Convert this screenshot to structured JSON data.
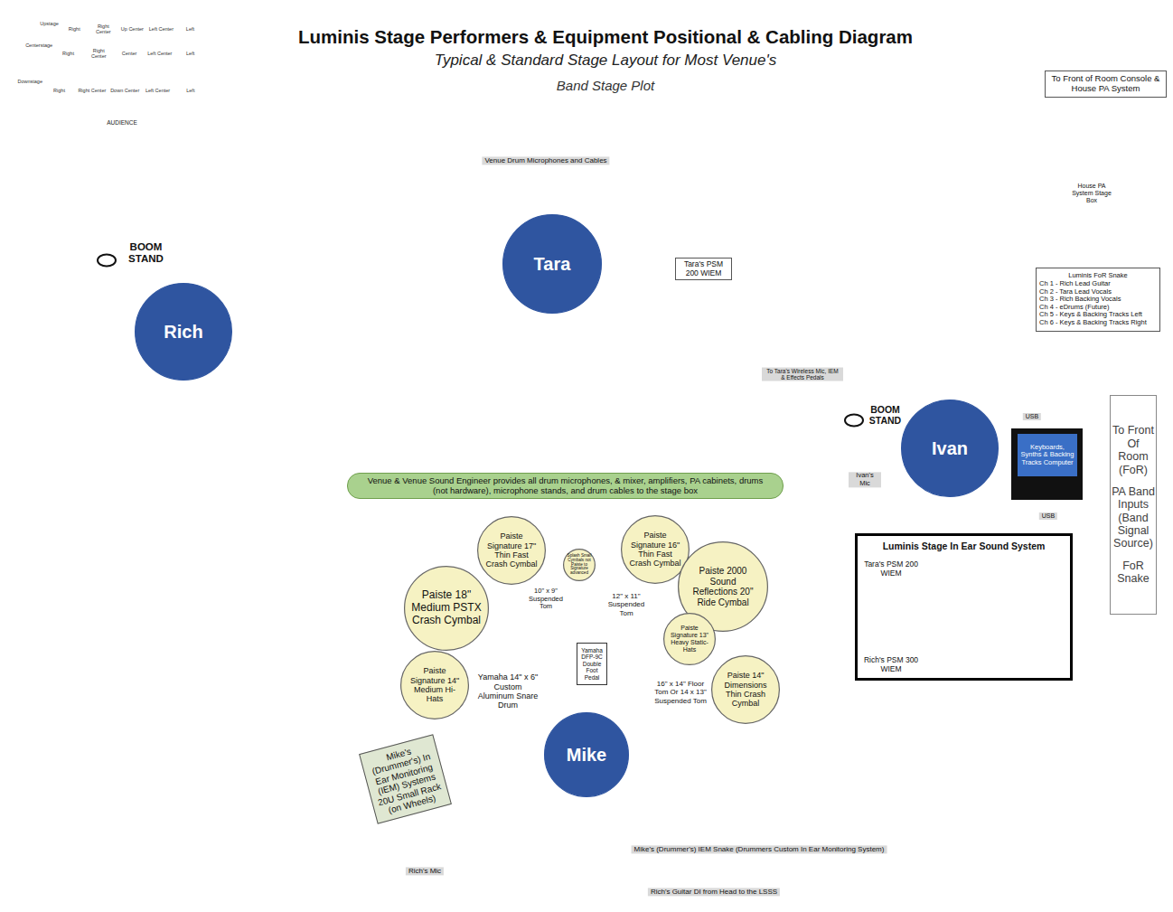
{
  "diagram": {
    "title": "Luminis Stage Performers & Equipment Positional & Cabling Diagram",
    "nodes": [
      {
        "text": [
          "To Front of Room Console & House PA System"
        ]
      },
      {
        "text": [
          "House PA System Stage Box"
        ]
      },
      {
        "text": [
          "Tara"
        ]
      },
      {
        "text": [
          "Tara's PSM 200 WIEM"
        ]
      },
      {
        "text": [
          "BOOM STAND"
        ]
      },
      {
        "text": [
          "Rich"
        ]
      },
      {
        "text": [
          "Luminis FoR Snake",
          "Ch 1 - Rich Lead Guitar",
          "Ch 2 - Tara Lead Vocals",
          "Ch 3 - Rich Backing Vocals",
          "Ch 4 - eDrums (Future)",
          "Ch 5 - Keys & Backing Tracks Left",
          "Ch 6 - Keys & Backing Tracks Right"
        ]
      },
      {
        "text": [
          "BOOM STAND"
        ]
      },
      {
        "text": [
          "Ivan"
        ]
      },
      {
        "text": [
          "Keyboards, Synths & Backing Tracks Computer"
        ]
      },
      {
        "text": [
          "To Front Of Room (FoR)",
          "PA Band Inputs (Band Signal Source)",
          "FoR Snake"
        ]
      },
      {
        "text": [
          "Venue & Venue Sound Engineer provides all drum microphones, & mixer, amplifiers, PA cabinets, drums (not hardware), microphone stands, and drum cables to the stage box"
        ]
      },
      {
        "text": [
          "Luminis Stage In Ear Sound System",
          "Tara's PSM 200 WIEM",
          "Rich's PSM 300 WIEM"
        ]
      },
      {
        "text": [
          "Paiste Signature 17\" Thin Fast Crash Cymbal"
        ]
      },
      {
        "text": [
          "Splash Small Cymbals not Paiste to Signature advanced"
        ]
      },
      {
        "text": [
          "Paiste Signature 16\" Thin Fast Crash Cymbal"
        ]
      },
      {
        "text": [
          "Paiste 2000 Sound Reflections 20\" Ride Cymbal"
        ]
      },
      {
        "text": [
          "Paiste 18\" Medium PSTX Crash Cymbal"
        ]
      },
      {
        "text": [
          "10\" x 9\" Suspended Tom"
        ]
      },
      {
        "text": [
          "12\" x 11\" Suspended Tom"
        ]
      },
      {
        "text": [
          "Paiste Signature 13\" Heavy Static-Hats"
        ]
      },
      {
        "text": [
          "Paiste Signature 14\" Medium Hi-Hats"
        ]
      },
      {
        "text": [
          "Yamaha 14\" x 6\" Custom Aluminum Snare Drum"
        ]
      },
      {
        "text": [
          "Yamaha DFP-9C Double Foot Pedal"
        ]
      },
      {
        "text": [
          "16\" x 14\" Floor Tom Or 14 x 13\" Suspended Tom"
        ]
      },
      {
        "text": [
          "Paiste 14\" Dimensions Thin Crash Cymbal"
        ]
      },
      {
        "text": [
          "Mike"
        ]
      },
      {
        "text": [
          "Mike's (Drummer's) In Ear Monitoring (IEM) Systems 20U Small Rack (on Wheels)"
        ]
      }
    ],
    "edges": [
      {
        "from": 1,
        "to": 0,
        "arrow": "to"
      },
      {
        "from": 6,
        "to": 1,
        "arrow": "to"
      },
      {
        "from": 10,
        "to": 6,
        "arrow": "to"
      },
      {
        "from": 12,
        "to": 10,
        "arrow": "none"
      },
      {
        "from": 11,
        "to": 1,
        "label": "Venue Drum Microphones and Cables",
        "arrow": "none"
      },
      {
        "from": 4,
        "to": 12,
        "label": "Rich's Mic",
        "arrow": "to"
      },
      {
        "from": 27,
        "to": 12,
        "label": "Mike's (Drummer's) IEM Snake (Drummers Custom In Ear Monitoring System)",
        "arrow": "to"
      },
      {
        "from": 7,
        "to": 12,
        "label": "Ivan's Mic",
        "arrow": "to"
      },
      {
        "from": 9,
        "to": 12,
        "label": "USB",
        "arrow": "to"
      }
    ],
    "labels": [
      "Typical & Standard Stage Layout for Most Venue's",
      "Band Stage Plot",
      "Upstage",
      "Right",
      "Right Center",
      "Up Center",
      "Left Center",
      "Left",
      "Centerstage",
      "Right",
      "Right Center",
      "Center",
      "Left Center",
      "Left",
      "Downstage",
      "Right",
      "Right Center",
      "Down Center",
      "Left Center",
      "Left",
      "AUDIENCE",
      "To Tara's Wireless Mic, IEM & Effects Pedals",
      "USB",
      "Rich's Guitar DI from Head to the LSSS"
    ]
  }
}
